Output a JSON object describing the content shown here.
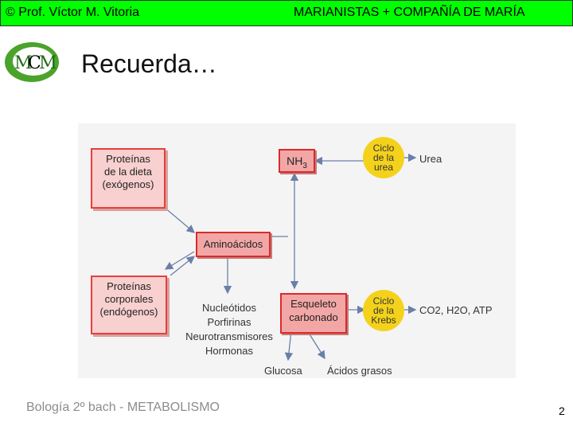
{
  "header": {
    "left": "© Prof. Víctor M. Vitoria",
    "right": "MARIANISTAS + COMPAÑÍA DE MARÍA"
  },
  "logo": {
    "text": "MCM"
  },
  "title": "Recuerda…",
  "diagram": {
    "dietary_proteins": [
      "Proteínas",
      "de la dieta",
      "(exógenos)"
    ],
    "body_proteins": [
      "Proteínas",
      "corporales",
      "(endógenos)"
    ],
    "amino_acids": "Aminoácidos",
    "nh3": "NH",
    "nh3_sub": "3",
    "carbon_skeleton": [
      "Esqueleto",
      "carbonado"
    ],
    "urea_cycle": [
      "Ciclo",
      "de la",
      "urea"
    ],
    "krebs_cycle": [
      "Ciclo",
      "de la",
      "Krebs"
    ],
    "urea": "Urea",
    "krebs_products": "CO2, H2O, ATP",
    "derivatives": [
      "Nucleótidos",
      "Porfirinas",
      "Neurotransmisores",
      "Hormonas"
    ],
    "glucose": "Glucosa",
    "fatty_acids": "Ácidos grasos"
  },
  "footer": "Bología 2º bach - METABOLISMO",
  "page_number": "2",
  "colors": {
    "header_bg": "#00ff00",
    "box_fill": "#f8d0cf",
    "box_border": "#e83e3a",
    "cycle": "#f4d21b"
  }
}
